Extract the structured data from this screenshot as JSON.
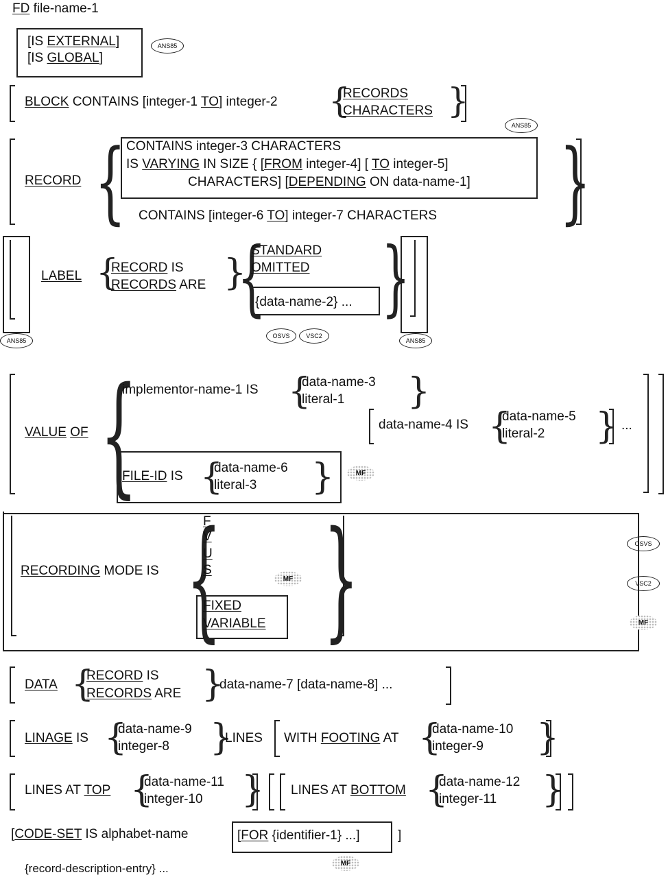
{
  "fd": {
    "kw": "FD",
    "name": "file-name-1"
  },
  "external_global": {
    "line1_pre": "[IS ",
    "line1_kw": "EXTERNAL",
    "line1_post": "]",
    "line2_pre": "[IS ",
    "line2_kw": "GLOBAL",
    "line2_post": "]"
  },
  "badges": {
    "ansi85": "ANS85",
    "osvs": "OSVS",
    "vsc2": "VSC2",
    "mf": "MF"
  },
  "block": {
    "kw": "BLOCK",
    "rest": "CONTAINS [integer-1",
    "to": "TO",
    "rest2": "] integer-2",
    "opt1": "RECORDS",
    "opt2": "CHARACTERS"
  },
  "record": {
    "kw": "RECORD",
    "l1": "CONTAINS integer-3 CHARACTERS",
    "l2_a": "IS",
    "l2_b": "VARYING",
    "l2_c": "IN SIZE { [",
    "l2_d": "FROM",
    "l2_e": "integer-4] [",
    "l2_f": "TO",
    "l2_g": "integer-5]",
    "l3_a": "CHARACTERS] [",
    "l3_b": "DEPENDING",
    "l3_c": "ON data-name-1]",
    "l4_a": "CONTAINS [integer-6",
    "l4_b": "TO",
    "l4_c": "] integer-7 CHARACTERS"
  },
  "label": {
    "kw": "LABEL",
    "opt1_a": "RECORD",
    "opt1_b": "IS",
    "opt2_a": "RECORDS",
    "opt2_b": "ARE",
    "val1": "STANDARD",
    "val2": "OMITTED",
    "val3": "{data-name-2} ..."
  },
  "value_of": {
    "kw1": "VALUE",
    "kw2": "OF",
    "impl": "implementor-name-1 IS",
    "opt1": "data-name-3",
    "opt2": "literal-1",
    "dn4": "data-name-4 IS",
    "opt3": "data-name-5",
    "opt4": "literal-2",
    "ell": "...",
    "fileid_kw": "FILE-ID",
    "fileid_is": "IS",
    "opt5": "data-name-6",
    "opt6": "literal-3"
  },
  "recmode": {
    "kw1": "RECORDING",
    "kw2": "MODE IS",
    "f": "F",
    "v": "V",
    "u": "U",
    "s": "S",
    "fixed": "FIXED",
    "variable": "VARIABLE"
  },
  "data": {
    "kw": "DATA",
    "opt1_a": "RECORD",
    "opt1_b": "IS",
    "opt2_a": "RECORDS",
    "opt2_b": "ARE",
    "rest": "data-name-7 [data-name-8] ..."
  },
  "linage": {
    "kw": "LINAGE",
    "is": "IS",
    "opt1": "data-name-9",
    "opt2": "integer-8",
    "lines": "LINES",
    "with": "WITH",
    "footing": "FOOTING",
    "at": "AT",
    "opt3": "data-name-10",
    "opt4": "integer-9"
  },
  "lines_at": {
    "top_a": "LINES AT",
    "top_b": "TOP",
    "opt1": "data-name-11",
    "opt2": "integer-10",
    "bot_a": "LINES AT",
    "bot_b": "BOTTOM",
    "opt3": "data-name-12",
    "opt4": "integer-11"
  },
  "codeset": {
    "pre": "[",
    "kw": "CODE-SET",
    "rest": "IS alphabet-name",
    "for_pre": "[",
    "for_kw": "FOR",
    "for_rest": "{identifier-1} ...]",
    "close": "]"
  },
  "recdesc": {
    "text": "{record-description-entry} ..."
  }
}
